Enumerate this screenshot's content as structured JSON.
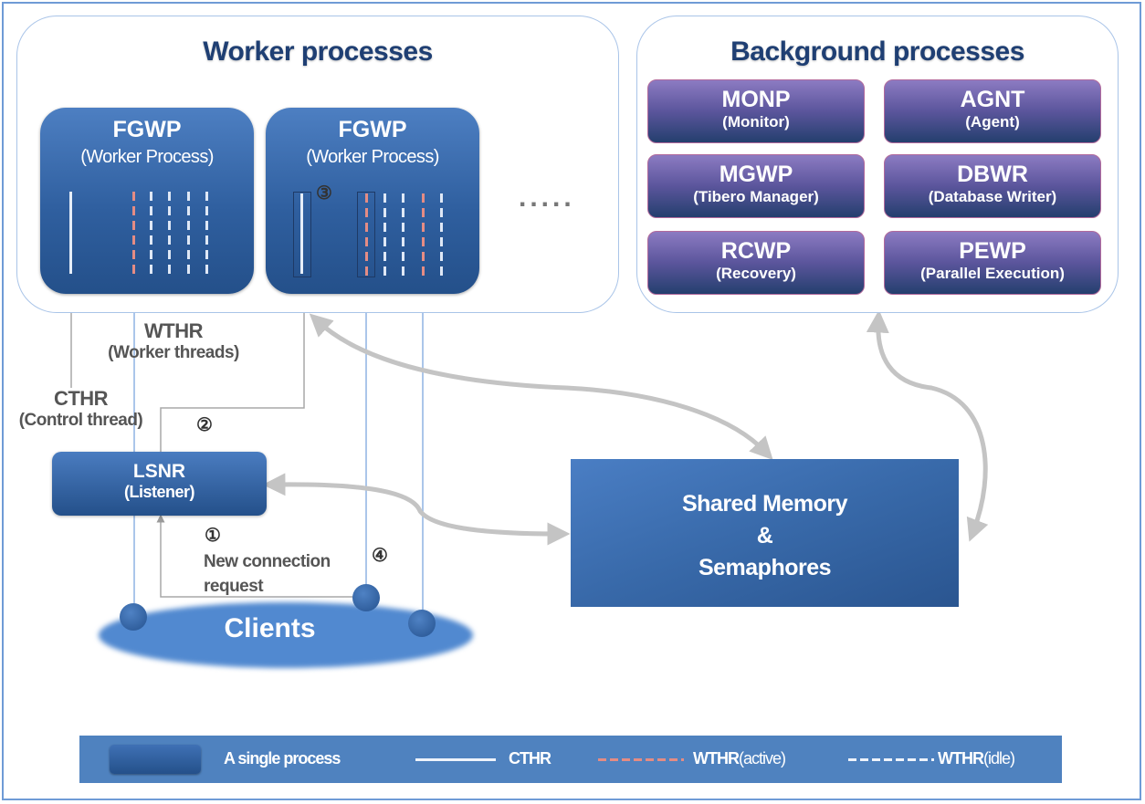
{
  "worker_group": {
    "title": "Worker processes",
    "processes": [
      {
        "name": "FGWP",
        "subtitle": "(Worker Process)"
      },
      {
        "name": "FGWP",
        "subtitle": "(Worker Process)"
      }
    ],
    "ellipsis": "....."
  },
  "background_group": {
    "title": "Background processes",
    "processes": [
      {
        "name": "MONP",
        "subtitle": "(Monitor)"
      },
      {
        "name": "AGNT",
        "subtitle": "(Agent)"
      },
      {
        "name": "MGWP",
        "subtitle": "(Tibero Manager)"
      },
      {
        "name": "DBWR",
        "subtitle": "(Database Writer)"
      },
      {
        "name": "RCWP",
        "subtitle": "(Recovery)"
      },
      {
        "name": "PEWP",
        "subtitle": "(Parallel Execution)"
      }
    ]
  },
  "labels": {
    "wthr_title": "WTHR",
    "wthr_sub": "(Worker threads)",
    "cthr_title": "CTHR",
    "cthr_sub": "(Control thread)",
    "step1": "①",
    "step1_text_line1": "New connection",
    "step1_text_line2": "request",
    "step2": "②",
    "step3": "③",
    "step4": "④"
  },
  "listener": {
    "name": "LSNR",
    "subtitle": "(Listener)"
  },
  "shared_memory": {
    "line1": "Shared Memory",
    "line2": "&",
    "line3": "Semaphores"
  },
  "clients": {
    "label": "Clients"
  },
  "legend": {
    "process": "A single process",
    "cthr": "CTHR",
    "wthr_active": "WTHR",
    "wthr_active_paren": "(active)",
    "wthr_idle": "WTHR",
    "wthr_idle_paren": "(idle)"
  },
  "colors": {
    "process_blue": "#2f5f9f",
    "background_purple": "#5b559c",
    "thread_active": "#e48c84",
    "thread_idle": "#dfe8f6",
    "arrow_gray": "#c4c4c4",
    "connector_blue": "#8fb3e3"
  }
}
